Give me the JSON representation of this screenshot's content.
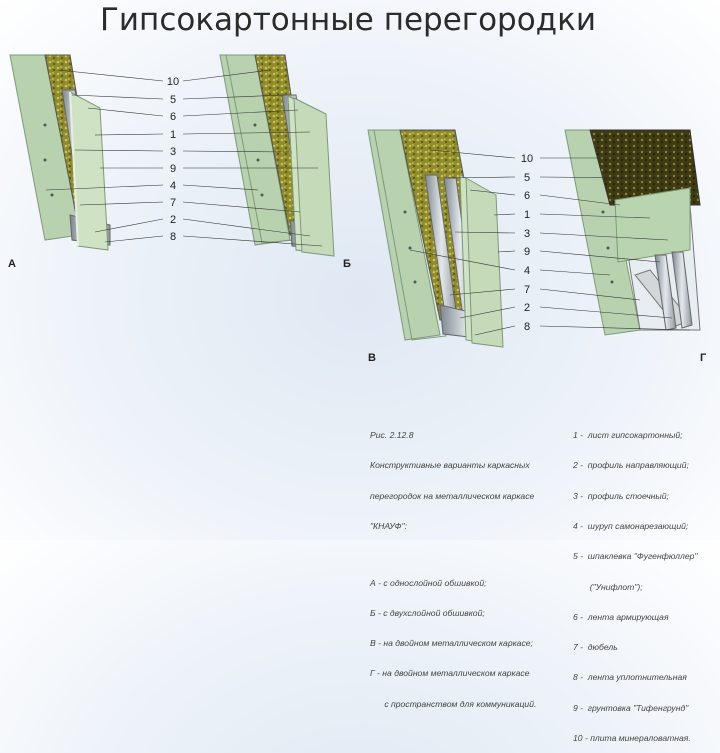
{
  "title": "Гипсокартонные перегородки",
  "callouts": [
    "10",
    "5",
    "6",
    "1",
    "3",
    "9",
    "4",
    "7",
    "2",
    "8"
  ],
  "panel_tags": {
    "a": "А",
    "b": "Б",
    "v": "В",
    "g": "Г"
  },
  "caption_left": [
    "Рис. 2.12.8",
    "Конструктивные варианты каркасных",
    "перегородок на металлическом каркасе",
    "\"КНАУФ\":",
    "",
    "А - с однослойной обшивкой;",
    "Б - с двухслойной обшивкой;",
    "В - на двойном металлическом каркасе;",
    "Г - на двойном металлическом каркасе",
    "      с пространством для коммуникаций."
  ],
  "caption_right": [
    "1 -  лист гипсокартонный;",
    "2 -  профиль направляющий;",
    "3 -  профиль стоечный;",
    "4 -  шуруп самонарезающий;",
    "5 -  шпаклевка \"Фугенфюллер\"",
    "       (\"Унифлот\");",
    "6 -  лента армирующая",
    "7 -  дюбель",
    "8 -  лента уплотнительная",
    "9 -  грунтовка \"Тифенгрунд\"",
    "10 - плита минераловатная."
  ]
}
